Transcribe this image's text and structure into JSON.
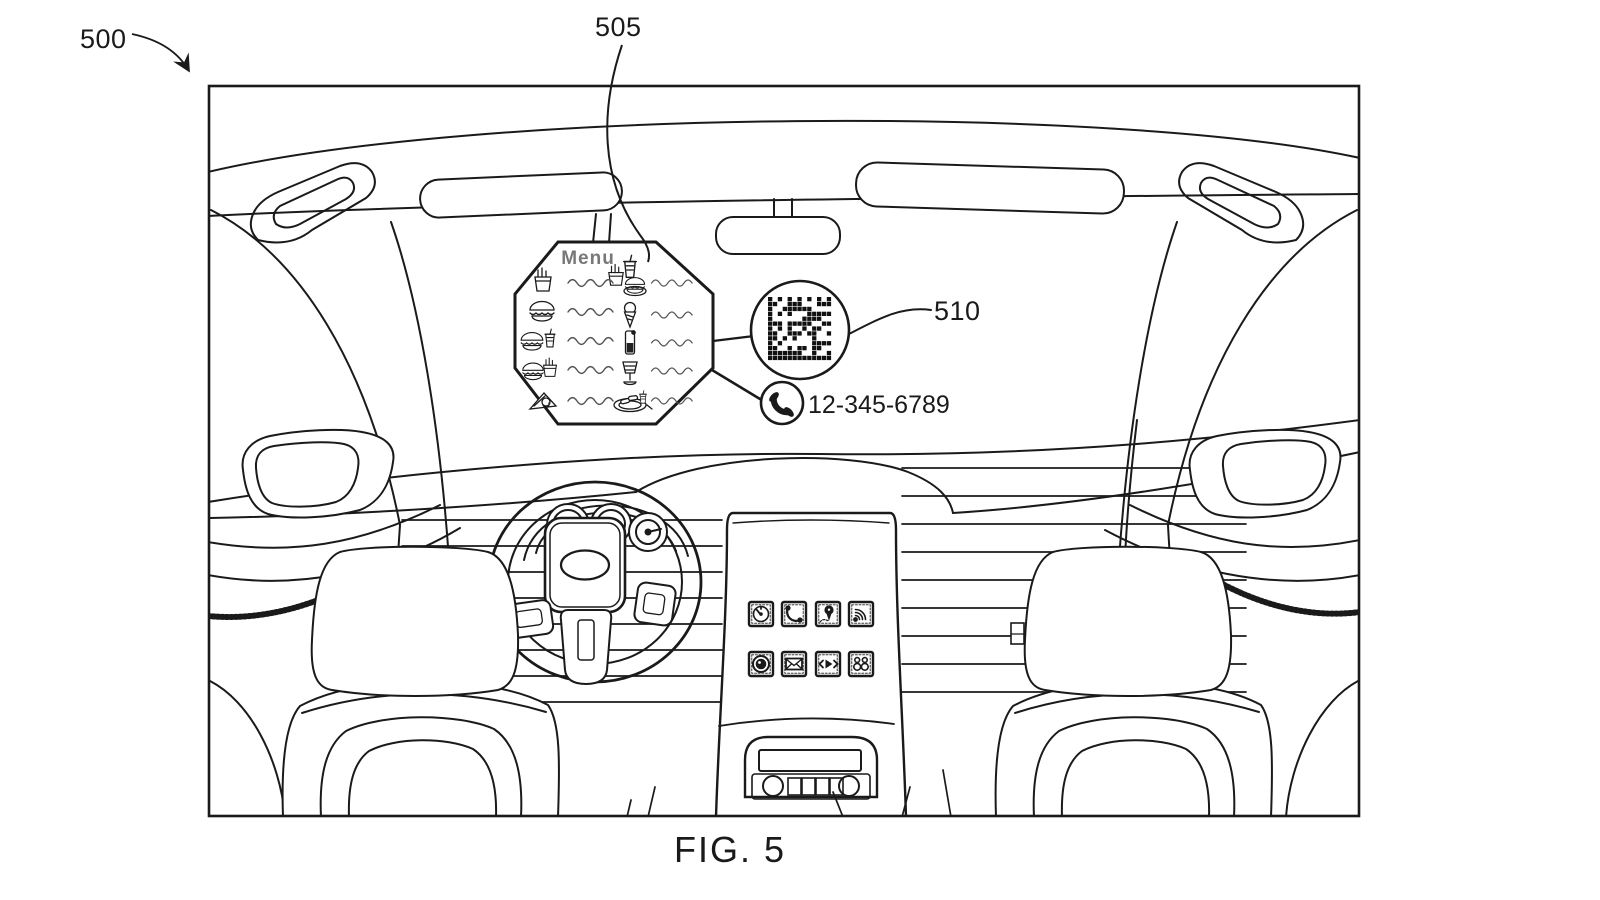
{
  "figure": {
    "caption": "FIG. 5",
    "reference_labels": {
      "assembly": "500",
      "menu_display": "505",
      "qr_code": "510"
    }
  },
  "windshield_display": {
    "menu": {
      "title": "Menu",
      "items": [
        {
          "icon": "fries-icon"
        },
        {
          "icon": "burger-icon"
        },
        {
          "icon": "burger-and-drink-icon"
        },
        {
          "icon": "burger-and-fries-icon"
        },
        {
          "icon": "wrap-icon"
        },
        {
          "icon": "combo-meal-icon"
        },
        {
          "icon": "ice-cream-cone-icon"
        },
        {
          "icon": "drink-bottle-icon"
        },
        {
          "icon": "sundae-cup-icon"
        },
        {
          "icon": "platter-meal-icon"
        }
      ],
      "item_text_placeholder": "squiggle-line"
    },
    "qr": {
      "icon": "qr-code-icon"
    },
    "contact": {
      "icon": "phone-icon",
      "phone_number": "12-345-6789"
    }
  },
  "console": {
    "buttons_row1": [
      {
        "icon": "gauge-icon"
      },
      {
        "icon": "phone-icon"
      },
      {
        "icon": "navigation-pin-icon"
      },
      {
        "icon": "wireless-signal-icon"
      }
    ],
    "buttons_row2": [
      {
        "icon": "camera-lens-icon"
      },
      {
        "icon": "mail-icon"
      },
      {
        "icon": "media-playback-icon"
      },
      {
        "icon": "contacts-icon"
      }
    ]
  },
  "colors": {
    "line": "#1a1a1a",
    "background": "#ffffff",
    "muted_text": "#787878"
  }
}
